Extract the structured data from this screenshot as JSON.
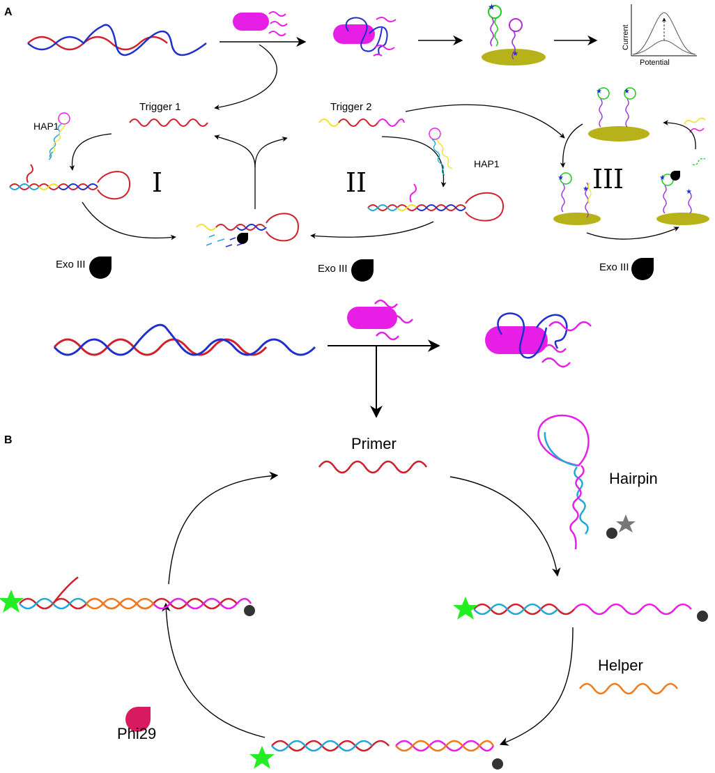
{
  "panels": {
    "a": "A",
    "b": "B"
  },
  "panel_a": {
    "trigger1": "Trigger 1",
    "trigger2": "Trigger 2",
    "hap1_left": "HAP1",
    "hap1_right": "HAP1",
    "cycle_i": "I",
    "cycle_ii": "II",
    "cycle_iii": "III",
    "exo_left": "Exo III",
    "exo_mid": "Exo III",
    "exo_right": "Exo III",
    "plot_ylabel": "Current",
    "plot_xlabel": "Potential"
  },
  "panel_b": {
    "primer": "Primer",
    "hairpin": "Hairpin",
    "helper": "Helper",
    "enzyme": "Phi29"
  },
  "colors": {
    "red": "#d0202a",
    "blue": "#1f2fcc",
    "magenta": "#e61ee6",
    "cyan": "#23a7d9",
    "yellow": "#f1e22c",
    "orange": "#f07a1a",
    "olive": "#b8b21a",
    "green_star": "#22ee22",
    "phi29": "#d81b60"
  },
  "icons": [
    "bacterium-icon",
    "electrode-icon",
    "exonuclease-icon",
    "star-label-icon",
    "quencher-dot-icon",
    "arrow-icon"
  ]
}
